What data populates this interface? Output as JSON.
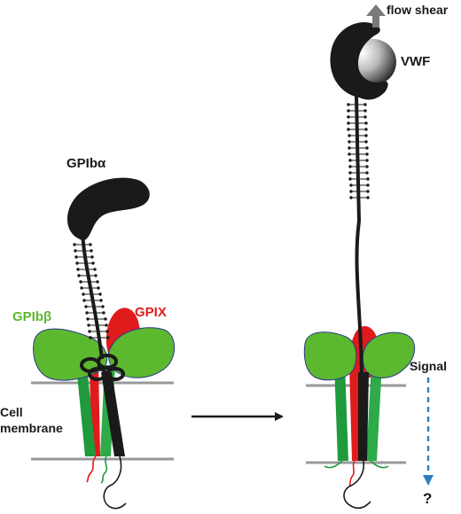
{
  "labels": {
    "gp1b_alpha": "GPIbα",
    "gp1b_beta": "GPIbβ",
    "gpix": "GPIX",
    "cell_line1": "Cell",
    "cell_line2": "membrane",
    "flow_shear": "flow shear",
    "vwf": "VWF",
    "signal": "Signal",
    "question": "?"
  },
  "colors": {
    "gp1b_alpha": "#1a1a1a",
    "gp1b_beta": "#5cb82e",
    "gpix": "#e01b1b",
    "membrane": "#999999",
    "signal_arrow": "#2f7fc1",
    "shear_arrow": "#7a7a7a",
    "outline": "#2b3a8c"
  }
}
